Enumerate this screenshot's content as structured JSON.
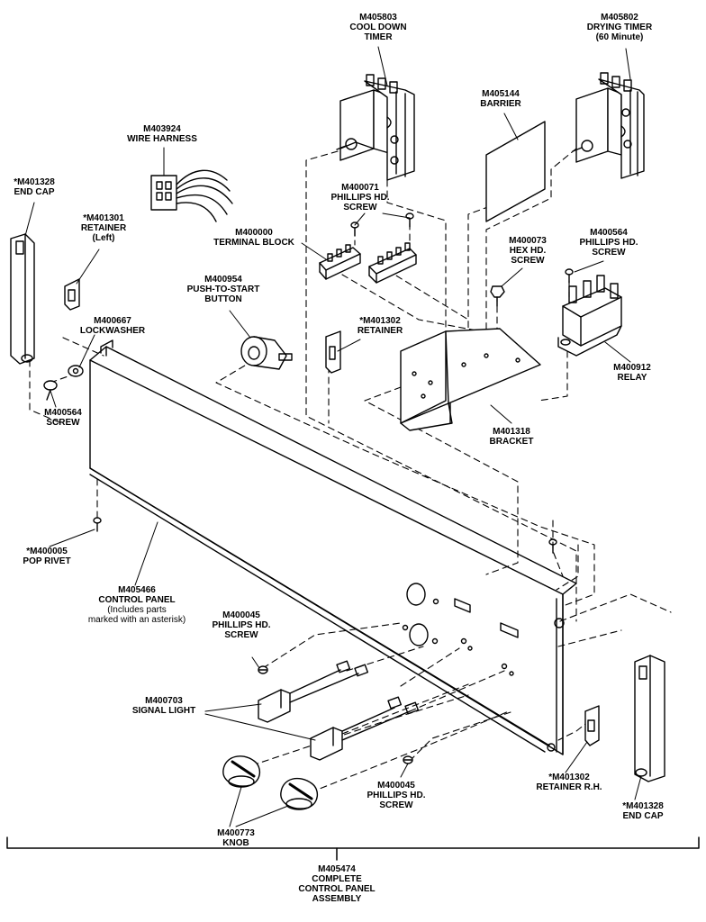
{
  "parts": {
    "cool_down_timer": {
      "pn": "M405803",
      "l1": "COOL DOWN",
      "l2": "TIMER"
    },
    "drying_timer": {
      "pn": "M405802",
      "l1": "DRYING TIMER",
      "l2": "(60 Minute)"
    },
    "barrier": {
      "pn": "M405144",
      "l1": "BARRIER"
    },
    "wire_harness": {
      "pn": "M403924",
      "l1": "WIRE HARNESS"
    },
    "phillips_screw_top": {
      "pn": "M400071",
      "l1": "PHILLIPS HD.",
      "l2": "SCREW"
    },
    "end_cap_left": {
      "pn": "*M401328",
      "l1": "END CAP"
    },
    "retainer_left": {
      "pn": "*M401301",
      "l1": "RETAINER",
      "l2": "(Left)"
    },
    "terminal_block": {
      "pn": "M400000",
      "l1": "TERMINAL BLOCK"
    },
    "hex_screw": {
      "pn": "M400073",
      "l1": "HEX HD.",
      "l2": "SCREW"
    },
    "phillips_screw_relay": {
      "pn": "M400564",
      "l1": "PHILLIPS HD.",
      "l2": "SCREW"
    },
    "push_button": {
      "pn": "M400954",
      "l1": "PUSH-TO-START",
      "l2": "BUTTON"
    },
    "lockwasher": {
      "pn": "M400667",
      "l1": "LOCKWASHER"
    },
    "retainer_mid": {
      "pn": "*M401302",
      "l1": "RETAINER"
    },
    "screw_left": {
      "pn": "M400564",
      "l1": "SCREW"
    },
    "relay": {
      "pn": "M400912",
      "l1": "RELAY"
    },
    "bracket": {
      "pn": "M401318",
      "l1": "BRACKET"
    },
    "pop_rivet": {
      "pn": "*M400005",
      "l1": "POP RIVET"
    },
    "control_panel": {
      "pn": "M405466",
      "l1": "CONTROL PANEL",
      "l2": "(Includes parts",
      "l3": "marked with an asterisk)"
    },
    "phillips_screw_panel": {
      "pn": "M400045",
      "l1": "PHILLIPS HD.",
      "l2": "SCREW"
    },
    "signal_light": {
      "pn": "M400703",
      "l1": "SIGNAL LIGHT"
    },
    "phillips_screw_bottom": {
      "pn": "M400045",
      "l1": "PHILLIPS HD.",
      "l2": "SCREW"
    },
    "retainer_rh": {
      "pn": "*M401302",
      "l1": "RETAINER R.H."
    },
    "end_cap_right": {
      "pn": "*M401328",
      "l1": "END CAP"
    },
    "knob": {
      "pn": "M400773",
      "l1": "KNOB"
    },
    "assembly": {
      "pn": "M405474",
      "l1": "COMPLETE",
      "l2": "CONTROL PANEL",
      "l3": "ASSEMBLY"
    }
  }
}
